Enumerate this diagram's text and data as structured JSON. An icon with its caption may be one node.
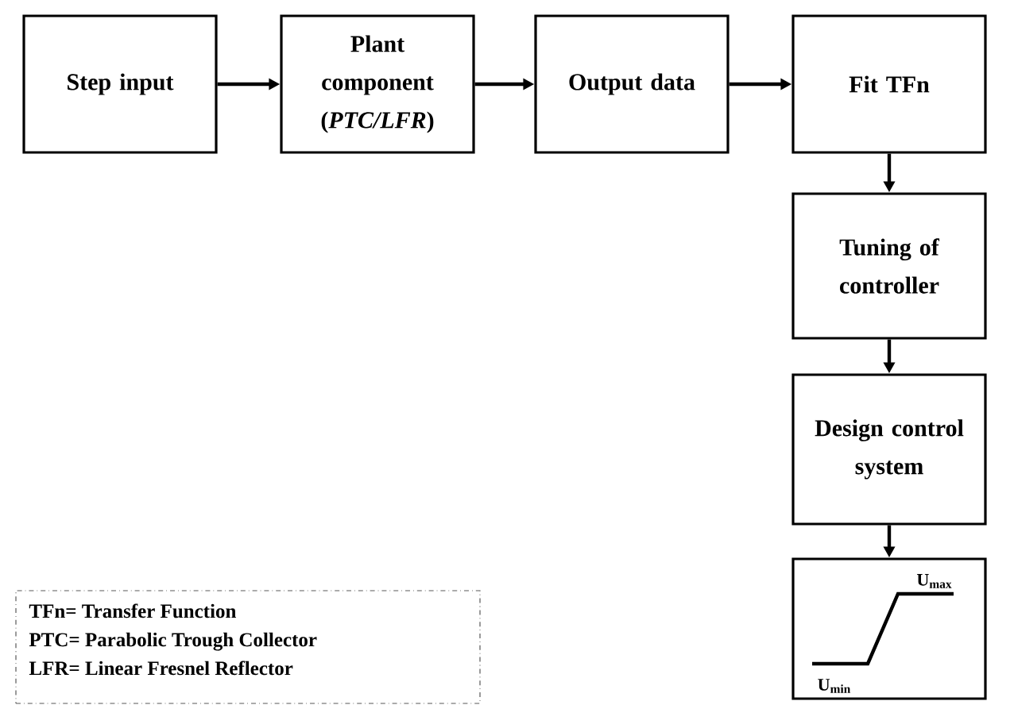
{
  "diagram": {
    "nodes": [
      {
        "text": [
          "Step input"
        ]
      },
      {
        "text": [
          "Plant component (*PTC/LFR*)"
        ]
      },
      {
        "text": [
          "Output data"
        ]
      },
      {
        "text": [
          "Fit TFn"
        ]
      },
      {
        "text": [
          "Tuning of controller"
        ]
      },
      {
        "text": [
          "Design control system"
        ]
      },
      {
        "text": [
          "U$_{max}$",
          "U$_{min}$"
        ]
      },
      {
        "text": [
          "TFn= Transfer Function",
          "PTC= Parabolic Trough Collector",
          "LFR= Linear Fresnel Reflector"
        ]
      }
    ],
    "edges": [
      {
        "from": 0,
        "to": 1,
        "arrow": "to"
      },
      {
        "from": 1,
        "to": 2,
        "arrow": "to"
      },
      {
        "from": 2,
        "to": 3,
        "arrow": "to"
      },
      {
        "from": 3,
        "to": 4,
        "arrow": "to"
      },
      {
        "from": 4,
        "to": 5,
        "arrow": "to"
      },
      {
        "from": 5,
        "to": 6,
        "arrow": "to"
      }
    ]
  }
}
